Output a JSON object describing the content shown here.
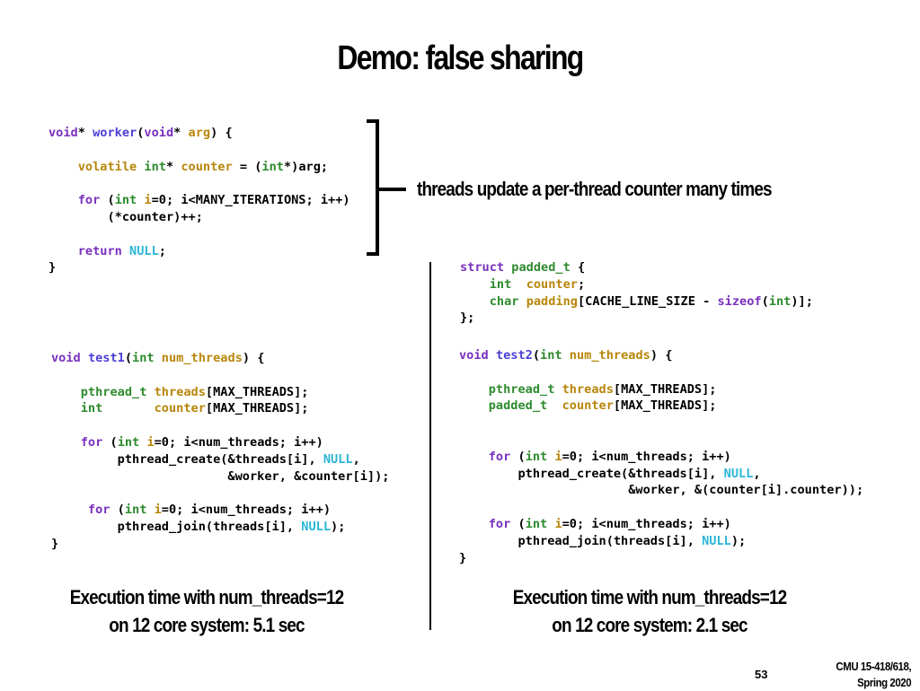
{
  "title": "Demo: false sharing",
  "annotation": "threads update a per-thread counter many times",
  "worker_code": {
    "line1": [
      "void",
      "* ",
      "worker",
      "(",
      "void",
      "* ",
      "arg",
      ") {"
    ],
    "line2": [
      "volatile",
      " ",
      "int",
      "* ",
      "counter",
      " = (",
      "int",
      "*)arg;"
    ],
    "line3": [
      "for",
      " (",
      "int",
      " ",
      "i",
      "=0; i<MANY_ITERATIONS; i++)"
    ],
    "line4": "(*counter)++;",
    "line5": [
      "return",
      " ",
      "NULL",
      ";"
    ],
    "line6": "}"
  },
  "test1_code": {
    "line1": [
      "void",
      " ",
      "test1",
      "(",
      "int",
      " ",
      "num_threads",
      ") {"
    ],
    "line2": [
      "pthread_t",
      " ",
      "threads",
      "[MAX_THREADS];"
    ],
    "line3": [
      "int",
      "       ",
      "counter",
      "[MAX_THREADS];"
    ],
    "line4": [
      "for",
      " (",
      "int",
      " ",
      "i",
      "=0; i<num_threads; i++)"
    ],
    "line5": [
      "pthread_create(&threads[i], ",
      "NULL",
      ","
    ],
    "line6": "&worker, &counter[i]);",
    "line7": [
      "for",
      " (",
      "int",
      " ",
      "i",
      "=0; i<num_threads; i++)"
    ],
    "line8": [
      "pthread_join(threads[i], ",
      "NULL",
      ");"
    ],
    "line9": "}"
  },
  "struct_code": {
    "line1": [
      "struct",
      " ",
      "padded_t",
      " {"
    ],
    "line2": [
      "int",
      "  ",
      "counter",
      ";"
    ],
    "line3": [
      "char",
      " ",
      "padding",
      "[CACHE_LINE_SIZE - ",
      "sizeof",
      "(",
      "int",
      ")];"
    ],
    "line4": "};"
  },
  "test2_code": {
    "line1": [
      "void",
      " ",
      "test2",
      "(",
      "int",
      " ",
      "num_threads",
      ") {"
    ],
    "line2": [
      "pthread_t",
      " ",
      "threads",
      "[MAX_THREADS];"
    ],
    "line3": [
      "padded_t",
      "  ",
      "counter",
      "[MAX_THREADS];"
    ],
    "line4": [
      "for",
      " (",
      "int",
      " ",
      "i",
      "=0; i<num_threads; i++)"
    ],
    "line5": [
      "pthread_create(&threads[i], ",
      "NULL",
      ","
    ],
    "line6": "&worker, &(counter[i].counter));",
    "line7": [
      "for",
      " (",
      "int",
      " ",
      "i",
      "=0; i<num_threads; i++)"
    ],
    "line8": [
      "pthread_join(threads[i], ",
      "NULL",
      ");"
    ],
    "line9": "}"
  },
  "exec_left": {
    "line1": "Execution time with num_threads=12",
    "line2": "on 12 core system:  5.1 sec"
  },
  "exec_right": {
    "line1": "Execution time with num_threads=12",
    "line2": "on 12 core system: 2.1 sec"
  },
  "page_number": "53",
  "course": {
    "line1": "CMU 15-418/618,",
    "line2": "Spring 2020"
  },
  "colors": {
    "keyword": "#7a2fbf",
    "type": "#2e8b2e",
    "identifier": "#b8860b",
    "function": "#4b3fd6",
    "null": "#2bb5d6"
  }
}
